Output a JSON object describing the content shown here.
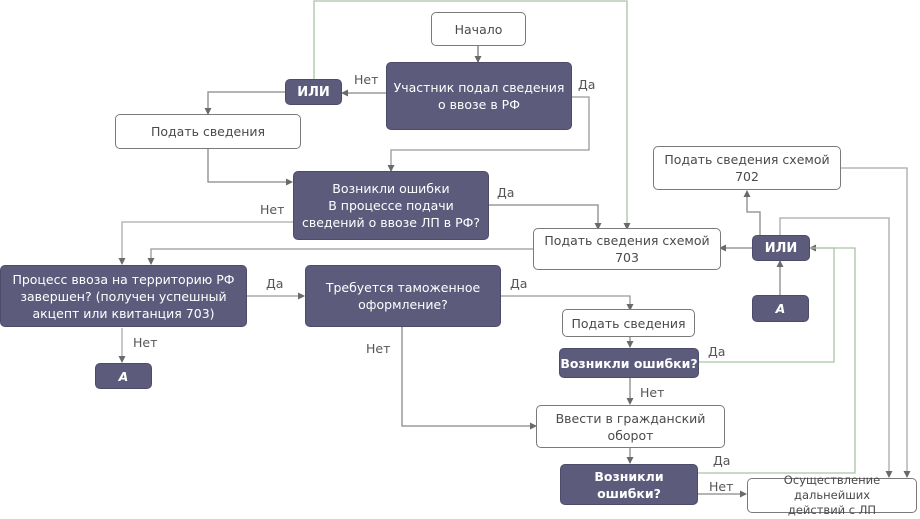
{
  "colors": {
    "dark_node": "#5d5b7c",
    "light_node_border": "#7a7a7a",
    "connector_gray": "#8a8a8a",
    "connector_green": "#a9c4a5"
  },
  "nodes": {
    "start": "Начало",
    "participant_submitted": "Участник подал сведения\nо ввозе в РФ",
    "or_left": "ИЛИ",
    "submit_info_1": "Подать сведения",
    "errors_during_submission": "Возникли ошибки\nВ процессе подачи\nсведений о ввозе ЛП в РФ?",
    "submit_scheme_702": "Подать сведения схемой\n702",
    "submit_scheme_703": "Подать сведения схемой\n703",
    "or_right": "ИЛИ",
    "connector_a_right": "А",
    "import_complete": "Процесс ввоза на территорию РФ\nзавершен? (получен успешный\nакцепт или квитанция 703)",
    "customs_required": "Требуется таможенное\nоформление?",
    "submit_info_2": "Подать сведения",
    "errors_1": "Возникли ошибки?",
    "connector_a_left": "А",
    "civil_circulation": "Ввести в гражданский\nоборот",
    "errors_2": "Возникли ошибки?",
    "further_actions": "Осуществление дальнейших\nдействий с ЛП"
  },
  "labels": {
    "no_participant": "Нет",
    "yes_participant": "Да",
    "no_errors_submission": "Нет",
    "yes_errors_submission": "Да",
    "yes_import_complete": "Да",
    "no_import_complete": "Нет",
    "yes_customs": "Да",
    "no_customs": "Нет",
    "yes_errors_1": "Да",
    "no_errors_1": "Нет",
    "yes_errors_2": "Да",
    "no_errors_2": "Нет"
  }
}
